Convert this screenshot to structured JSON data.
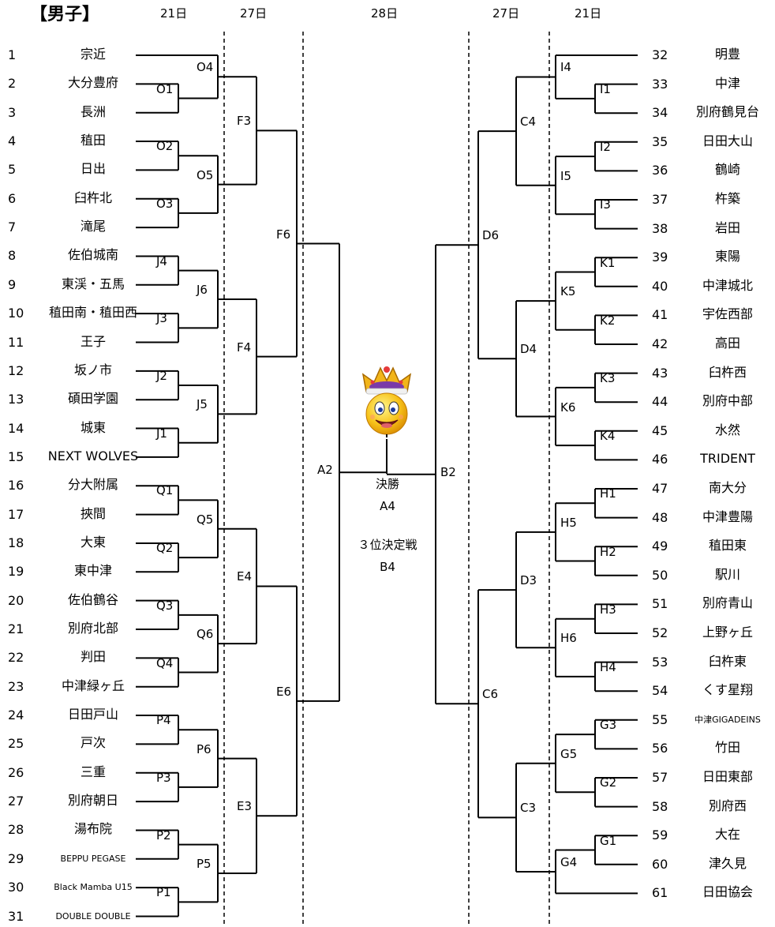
{
  "title": "【男子】",
  "headers": {
    "left_r1": "21日",
    "left_r2": "27日",
    "center": "28日",
    "right_r2": "27日",
    "right_r1": "21日"
  },
  "left_teams": [
    {
      "num": "1",
      "name": "宗近"
    },
    {
      "num": "2",
      "name": "大分豊府"
    },
    {
      "num": "3",
      "name": "長洲"
    },
    {
      "num": "4",
      "name": "稙田"
    },
    {
      "num": "5",
      "name": "日出"
    },
    {
      "num": "6",
      "name": "臼杵北"
    },
    {
      "num": "7",
      "name": "滝尾"
    },
    {
      "num": "8",
      "name": "佐伯城南"
    },
    {
      "num": "9",
      "name": "東渓・五馬"
    },
    {
      "num": "10",
      "name": "稙田南・稙田西"
    },
    {
      "num": "11",
      "name": "王子"
    },
    {
      "num": "12",
      "name": "坂ノ市"
    },
    {
      "num": "13",
      "name": "碩田学園"
    },
    {
      "num": "14",
      "name": "城東"
    },
    {
      "num": "15",
      "name": "NEXT WOLVES"
    },
    {
      "num": "16",
      "name": "分大附属"
    },
    {
      "num": "17",
      "name": "挾間"
    },
    {
      "num": "18",
      "name": "大東"
    },
    {
      "num": "19",
      "name": "東中津"
    },
    {
      "num": "20",
      "name": "佐伯鶴谷"
    },
    {
      "num": "21",
      "name": "別府北部"
    },
    {
      "num": "22",
      "name": "判田"
    },
    {
      "num": "23",
      "name": "中津緑ヶ丘"
    },
    {
      "num": "24",
      "name": "日田戸山"
    },
    {
      "num": "25",
      "name": "戸次"
    },
    {
      "num": "26",
      "name": "三重"
    },
    {
      "num": "27",
      "name": "別府朝日"
    },
    {
      "num": "28",
      "name": "湯布院"
    },
    {
      "num": "29",
      "name": "BEPPU PEGASE"
    },
    {
      "num": "30",
      "name": "Black Mamba U15"
    },
    {
      "num": "31",
      "name": "DOUBLE DOUBLE"
    }
  ],
  "right_teams": [
    {
      "num": "32",
      "name": "明豊"
    },
    {
      "num": "33",
      "name": "中津"
    },
    {
      "num": "34",
      "name": "別府鶴見台"
    },
    {
      "num": "35",
      "name": "日田大山"
    },
    {
      "num": "36",
      "name": "鶴崎"
    },
    {
      "num": "37",
      "name": "杵築"
    },
    {
      "num": "38",
      "name": "岩田"
    },
    {
      "num": "39",
      "name": "東陽"
    },
    {
      "num": "40",
      "name": "中津城北"
    },
    {
      "num": "41",
      "name": "宇佐西部"
    },
    {
      "num": "42",
      "name": "高田"
    },
    {
      "num": "43",
      "name": "臼杵西"
    },
    {
      "num": "44",
      "name": "別府中部"
    },
    {
      "num": "45",
      "name": "水然"
    },
    {
      "num": "46",
      "name": "TRIDENT"
    },
    {
      "num": "47",
      "name": "南大分"
    },
    {
      "num": "48",
      "name": "中津豊陽"
    },
    {
      "num": "49",
      "name": "稙田東"
    },
    {
      "num": "50",
      "name": "駅川"
    },
    {
      "num": "51",
      "name": "別府青山"
    },
    {
      "num": "52",
      "name": "上野ヶ丘"
    },
    {
      "num": "53",
      "name": "臼杵東"
    },
    {
      "num": "54",
      "name": "くす星翔"
    },
    {
      "num": "55",
      "name": "中津GIGADEINS"
    },
    {
      "num": "56",
      "name": "竹田"
    },
    {
      "num": "57",
      "name": "日田東部"
    },
    {
      "num": "58",
      "name": "別府西"
    },
    {
      "num": "59",
      "name": "大在"
    },
    {
      "num": "60",
      "name": "津久見"
    },
    {
      "num": "61",
      "name": "日田協会"
    }
  ],
  "match_codes": {
    "O1": "O1",
    "O2": "O2",
    "O3": "O3",
    "O4": "O4",
    "O5": "O5",
    "J1": "J1",
    "J2": "J2",
    "J3": "J3",
    "J4": "J4",
    "J5": "J5",
    "J6": "J6",
    "Q1": "Q1",
    "Q2": "Q2",
    "Q3": "Q3",
    "Q4": "Q4",
    "Q5": "Q5",
    "Q6": "Q6",
    "P1": "P1",
    "P2": "P2",
    "P3": "P3",
    "P4": "P4",
    "P5": "P5",
    "P6": "P6",
    "F3": "F3",
    "F4": "F4",
    "F6": "F6",
    "E3": "E3",
    "E4": "E4",
    "E6": "E6",
    "A2": "A2",
    "I1": "I1",
    "I2": "I2",
    "I3": "I3",
    "I4": "I4",
    "I5": "I5",
    "K1": "K1",
    "K2": "K2",
    "K3": "K3",
    "K4": "K4",
    "K5": "K5",
    "K6": "K6",
    "H1": "H1",
    "H2": "H2",
    "H3": "H3",
    "H4": "H4",
    "H5": "H5",
    "H6": "H6",
    "G1": "G1",
    "G2": "G2",
    "G3": "G3",
    "G4": "G4",
    "G5": "G5",
    "C3": "C3",
    "C4": "C4",
    "C6": "C6",
    "D3": "D3",
    "D4": "D4",
    "D6": "D6",
    "B2": "B2"
  },
  "center": {
    "final_label": "決勝",
    "final_code": "A4",
    "third_label": "３位決定戦",
    "third_code": "B4"
  },
  "trophy_icon": "crowned-smiley-icon"
}
